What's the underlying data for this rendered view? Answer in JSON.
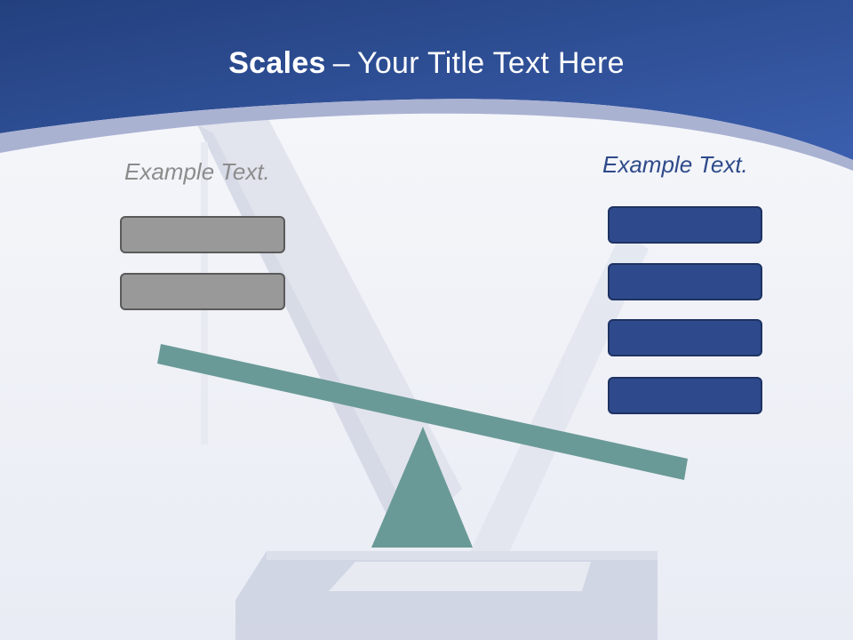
{
  "slide": {
    "title_bold": "Scales",
    "title_dash": "–",
    "title_rest": "Your Title Text Here",
    "left_label": "Example Text.",
    "right_label": "Example Text."
  },
  "left_boxes": [
    "",
    ""
  ],
  "right_boxes": [
    "",
    "",
    "",
    ""
  ],
  "colors": {
    "header_blue": "#2f4e97",
    "beam_teal": "#6a9a97",
    "left_box_gray": "#999999",
    "right_box_blue": "#2e4a8c",
    "left_label_gray": "#8c8c8c",
    "right_label_blue": "#2e4a8a"
  }
}
